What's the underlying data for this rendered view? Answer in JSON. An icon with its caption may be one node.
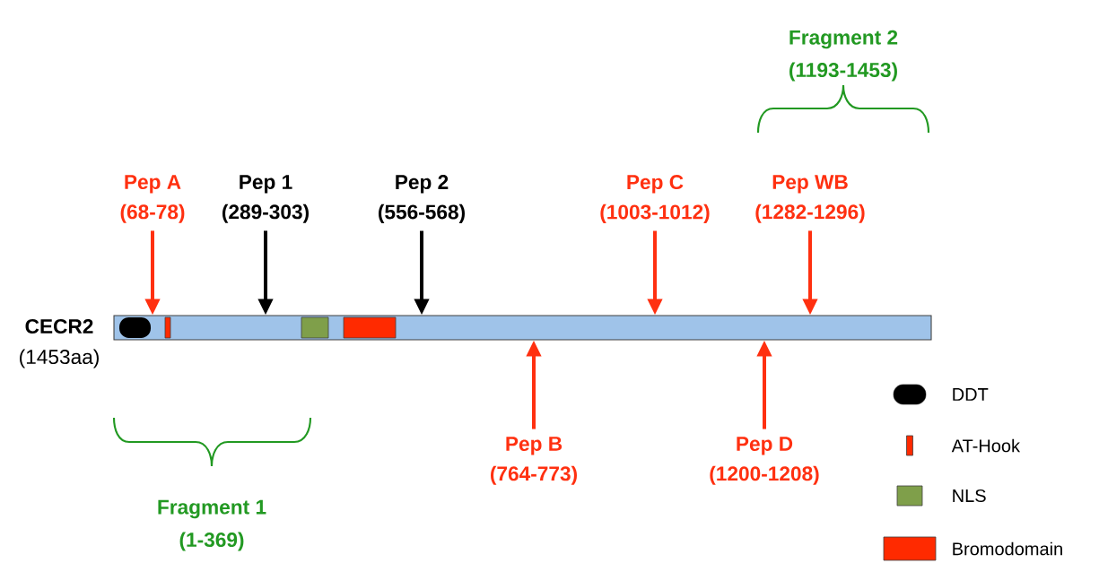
{
  "diagram": {
    "nodes": [
      {
        "text": [
          "CECR2",
          "(1453aa)"
        ]
      },
      {
        "text": [
          "Pep A",
          "(68-78)"
        ]
      },
      {
        "text": [
          "Pep 1",
          "(289-303)"
        ]
      },
      {
        "text": [
          "Pep 2",
          "(556-568)"
        ]
      },
      {
        "text": [
          "Pep C",
          "(1003-1012)"
        ]
      },
      {
        "text": [
          "Pep WB",
          "(1282-1296)"
        ]
      },
      {
        "text": [
          "Pep B",
          "(764-773)"
        ]
      },
      {
        "text": [
          "Pep D",
          "(1200-1208)"
        ]
      }
    ],
    "edges": [
      {
        "from": 1,
        "to": 0,
        "arrow": "to"
      },
      {
        "from": 2,
        "to": 0,
        "arrow": "to",
        "color": "#000000"
      },
      {
        "from": 3,
        "to": 0,
        "arrow": "to",
        "color": "#000000"
      },
      {
        "from": 4,
        "to": 0,
        "arrow": "to"
      },
      {
        "from": 5,
        "to": 0,
        "arrow": "to"
      },
      {
        "from": 6,
        "to": 0,
        "arrow": "to"
      },
      {
        "from": 7,
        "to": 0,
        "arrow": "to"
      }
    ],
    "labels": [
      "Fragment 2",
      "(1193-1453)",
      "Fragment 1",
      "(1-369)"
    ],
    "legend": [
      {
        "text": "DDT",
        "color": "#000000"
      },
      {
        "text": "AT-Hook",
        "color": "#ff2a00"
      },
      {
        "text": "NLS",
        "color": "#7f9f4a"
      },
      {
        "text": "Bromodomain",
        "color": "#ff2a00"
      }
    ]
  }
}
